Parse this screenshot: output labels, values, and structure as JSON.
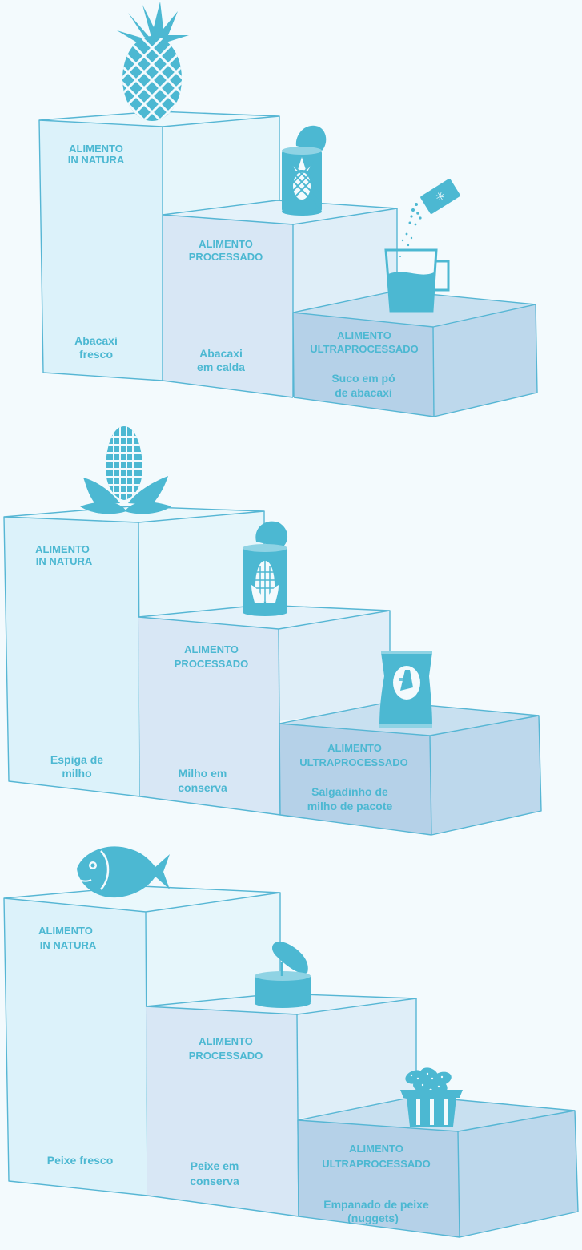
{
  "colors": {
    "background": "#f3fafd",
    "natura_front": "#dcf2fa",
    "natura_side": "#e6f6fb",
    "natura_top": "#eaf8fc",
    "processado_front": "#d8e7f5",
    "processado_side": "#dfeef8",
    "processado_top": "#e4f2fa",
    "ultra_front": "#b5d1e8",
    "ultra_side": "#bdd8ec",
    "ultra_top": "#c8e0f0",
    "edge": "#56b6d4",
    "icon": "#4cb8d2"
  },
  "groups": [
    {
      "id": "abacaxi",
      "natura": {
        "title_1": "ALIMENTO",
        "title_2": "IN NATURA",
        "food_1": "Abacaxi",
        "food_2": "fresco",
        "icon": "pineapple-icon"
      },
      "processado": {
        "title_1": "ALIMENTO",
        "title_2": "PROCESSADO",
        "food_1": "Abacaxi",
        "food_2": "em calda",
        "icon": "pineapple-can-icon"
      },
      "ultra": {
        "title_1": "ALIMENTO",
        "title_2": "ULTRAPROCESSADO",
        "food_1": "Suco em pó",
        "food_2": "de abacaxi",
        "icon": "powdered-juice-icon"
      }
    },
    {
      "id": "milho",
      "natura": {
        "title_1": "ALIMENTO",
        "title_2": "IN NATURA",
        "food_1": "Espiga de",
        "food_2": "milho",
        "icon": "corn-cob-icon"
      },
      "processado": {
        "title_1": "ALIMENTO",
        "title_2": "PROCESSADO",
        "food_1": "Milho em",
        "food_2": "conserva",
        "icon": "corn-can-icon"
      },
      "ultra": {
        "title_1": "ALIMENTO",
        "title_2": "ULTRAPROCESSADO",
        "food_1": "Salgadinho de",
        "food_2": "milho de pacote",
        "icon": "snack-bag-icon"
      }
    },
    {
      "id": "peixe",
      "natura": {
        "title_1": "ALIMENTO",
        "title_2": "IN NATURA",
        "food_1": "Peixe fresco",
        "food_2": "",
        "icon": "fish-icon"
      },
      "processado": {
        "title_1": "ALIMENTO",
        "title_2": "PROCESSADO",
        "food_1": "Peixe em",
        "food_2": "conserva",
        "icon": "fish-can-icon"
      },
      "ultra": {
        "title_1": "ALIMENTO",
        "title_2": "ULTRAPROCESSADO",
        "food_1": "Empanado de peixe",
        "food_2": "(nuggets)",
        "icon": "nuggets-box-icon"
      }
    }
  ]
}
